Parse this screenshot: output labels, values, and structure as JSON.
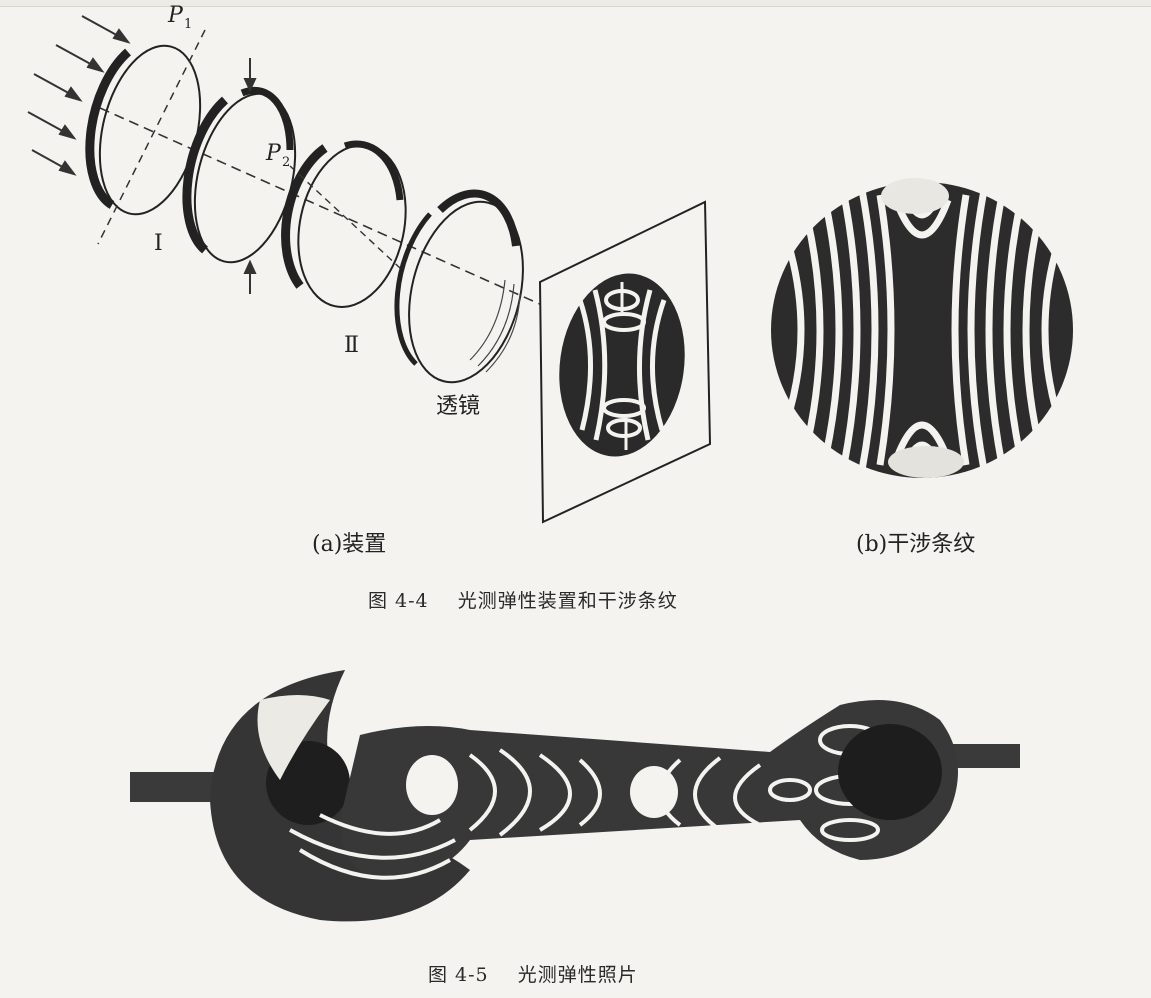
{
  "figure_4_4": {
    "labels": {
      "polarizer_1": "P",
      "polarizer_1_sub": "1",
      "polarizer_2": "P",
      "polarizer_2_sub": "2",
      "quarter_wave_1": "Ⅰ",
      "quarter_wave_2": "Ⅱ",
      "lens": "透镜"
    },
    "subcaption_a": "(a)装置",
    "subcaption_b": "(b)干涉条纹",
    "caption_number": "图 4-4",
    "caption_title": "光测弹性装置和干涉条纹"
  },
  "figure_4_5": {
    "caption_number": "图 4-5",
    "caption_title": "光测弹性照片"
  },
  "colors": {
    "ink": "#2a2a2a",
    "paper": "#f4f3ef"
  }
}
